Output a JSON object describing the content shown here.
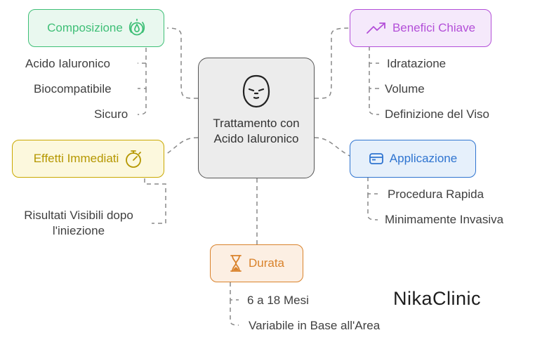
{
  "center": {
    "title": "Trattamento con Acido Ialuronico",
    "icon": "face-mask-icon"
  },
  "branches": {
    "composizione": {
      "label": "Composizione",
      "color": "#3fbf77",
      "icon": "water-drop-icon",
      "items": [
        "Acido Ialuronico",
        "Biocompatibile",
        "Sicuro"
      ]
    },
    "benefici": {
      "label": "Benefici Chiave",
      "color": "#b34fd8",
      "icon": "trending-up-icon",
      "items": [
        "Idratazione",
        "Volume",
        "Definizione del Viso"
      ]
    },
    "effetti": {
      "label": "Effetti Immediati",
      "color": "#c9a800",
      "icon": "stopwatch-icon",
      "items": [
        "Risultati Visibili dopo l'iniezione"
      ]
    },
    "applicazione": {
      "label": "Applicazione",
      "color": "#2f74d0",
      "icon": "browser-window-icon",
      "items": [
        "Procedura Rapida",
        "Minimamente Invasiva"
      ]
    },
    "durata": {
      "label": "Durata",
      "color": "#d9822b",
      "icon": "hourglass-icon",
      "items": [
        "6 a 18 Mesi",
        "Variabile in Base all'Area"
      ]
    }
  },
  "brand": {
    "name": "NikaClinic"
  }
}
